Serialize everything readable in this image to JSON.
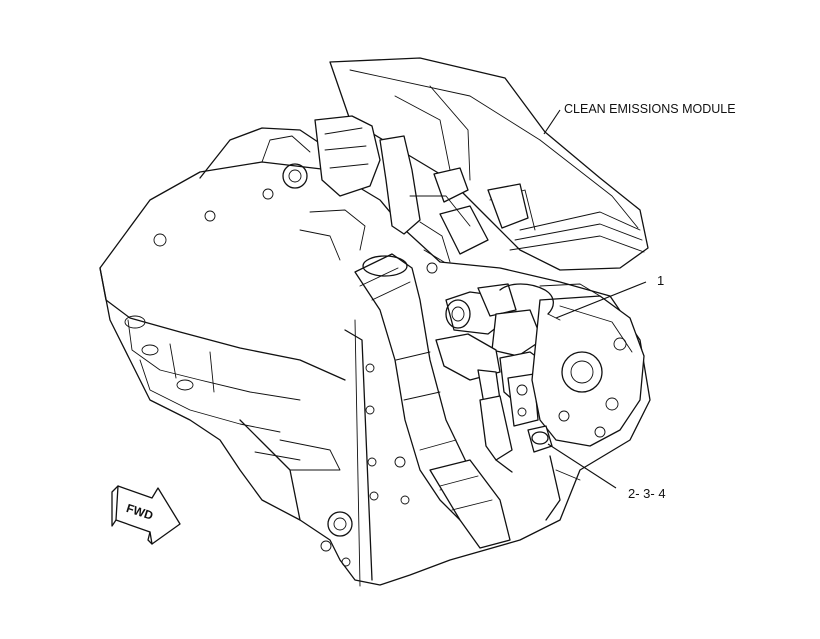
{
  "callouts": {
    "module_label": "CLEAN EMISSIONS MODULE",
    "callout_1": "1",
    "callout_234": "2- 3- 4"
  },
  "direction_arrow": {
    "label": "FWD"
  },
  "colors": {
    "ink": "#111111",
    "background": "#ffffff"
  }
}
